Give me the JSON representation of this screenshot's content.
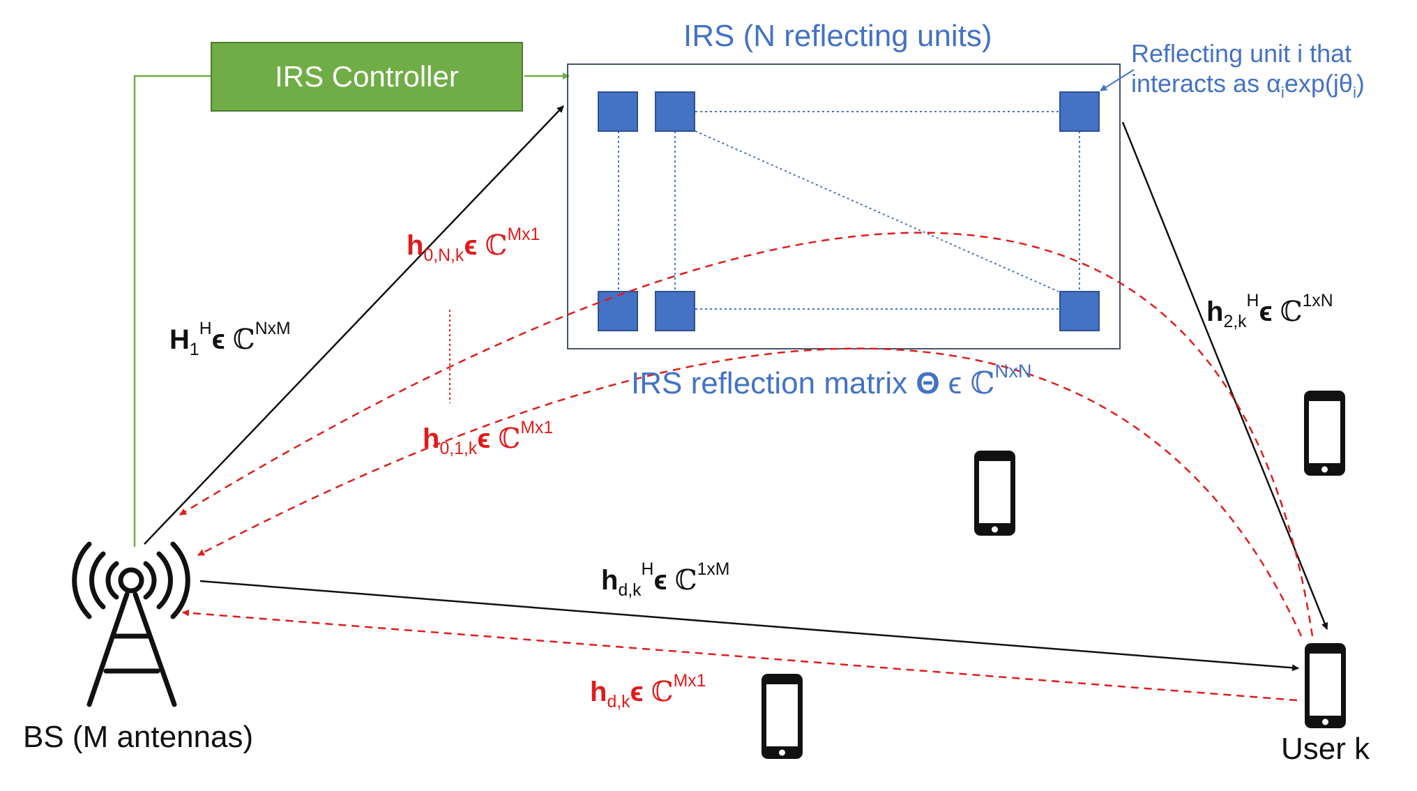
{
  "labels": {
    "irs_title": "IRS (N reflecting units)",
    "irs_controller": "IRS Controller",
    "unit_note_line1": "Reflecting unit i that",
    "unit_note_line2_pre": "interacts as α",
    "unit_note_line2_sub1": "i",
    "unit_note_line2_mid": "exp(jθ",
    "unit_note_line2_sub2": "i",
    "unit_note_line2_post": ")",
    "bs": "BS (M antennas)",
    "user": "User k"
  },
  "matrix": {
    "pre": "IRS reflection matrix ",
    "symbol": "Θ",
    "in": " ϵ ",
    "set": "ℂ",
    "dims": "NxN"
  },
  "channels": {
    "H1": {
      "base": "H",
      "sub": "1",
      "sup": "H",
      "in": "ϵ ",
      "set": "ℂ",
      "dims": "NxM"
    },
    "h2k": {
      "base": "h",
      "sub": "2,k",
      "sup": "H",
      "in": "ϵ ",
      "set": "ℂ",
      "dims": "1xN"
    },
    "hdk_H": {
      "base": "h",
      "sub": "d,k",
      "sup": "H",
      "in": "ϵ ",
      "set": "ℂ",
      "dims": "1xM"
    },
    "h0N": {
      "base": "h",
      "sub": "0,N,k",
      "in": "ϵ ",
      "set": "ℂ",
      "dims": "Mx1"
    },
    "h01": {
      "base": "h",
      "sub": "0,1,k",
      "in": "ϵ ",
      "set": "ℂ",
      "dims": "Mx1"
    },
    "hdk": {
      "base": "h",
      "sub": "d,k",
      "in": "ϵ ",
      "set": "ℂ",
      "dims": "Mx1"
    }
  },
  "colors": {
    "controller_fill": "#70ad47",
    "irs_blue": "#4472c4",
    "element_fill": "#4472c4",
    "cascaded_red": "#e01b1b",
    "direct_black": "#111111"
  },
  "icons": [
    "base-station-icon",
    "smartphone-icon"
  ]
}
